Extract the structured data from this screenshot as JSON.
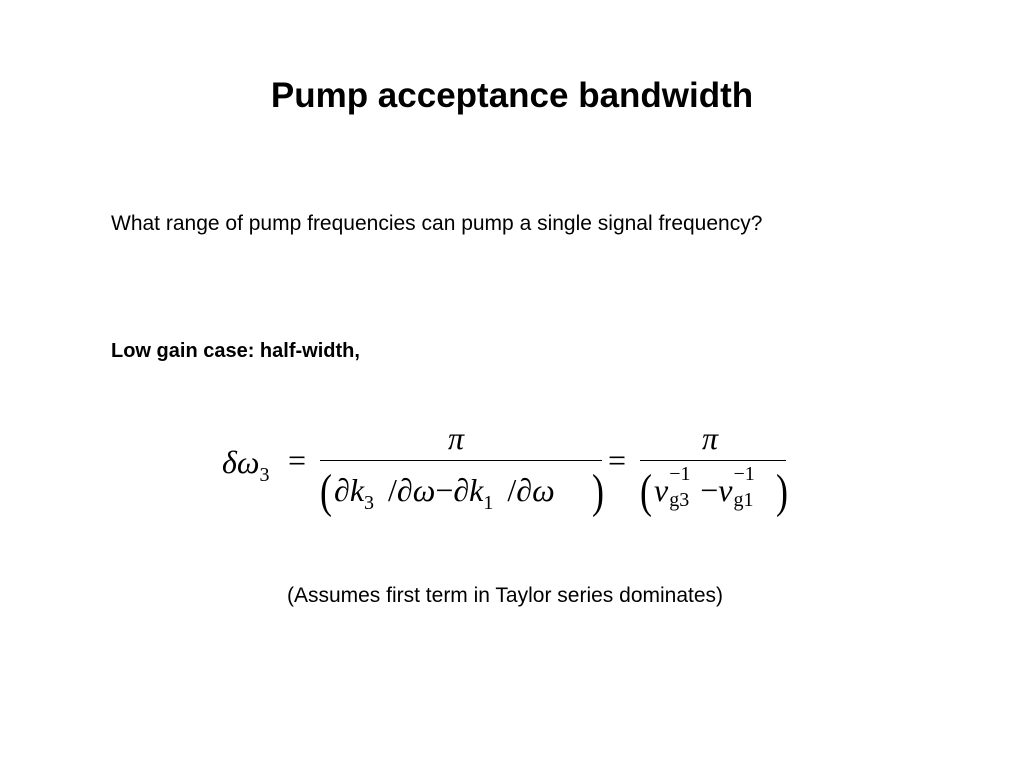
{
  "slide": {
    "title": "Pump acceptance bandwidth",
    "question": "What range of pump frequencies can pump a single signal frequency?",
    "case_label": "Low gain case: half-width,",
    "footnote": "(Assumes first term in Taylor series dominates)"
  },
  "equation": {
    "lhs_symbol": "δω",
    "lhs_subscript": "3",
    "equals": "=",
    "numerator": "π",
    "den1_k3": "k",
    "den1_k3_sub": "3",
    "den1_slash": "/",
    "den1_partial": "∂",
    "den1_omega": "ω",
    "den1_minus": "−",
    "den1_k1": "k",
    "den1_k1_sub": "1",
    "den2_v": "v",
    "den2_sup": "−1",
    "den2_sub_g3": "g3",
    "den2_sub_g1": "g1",
    "paren_open": "(",
    "paren_close": ")"
  }
}
